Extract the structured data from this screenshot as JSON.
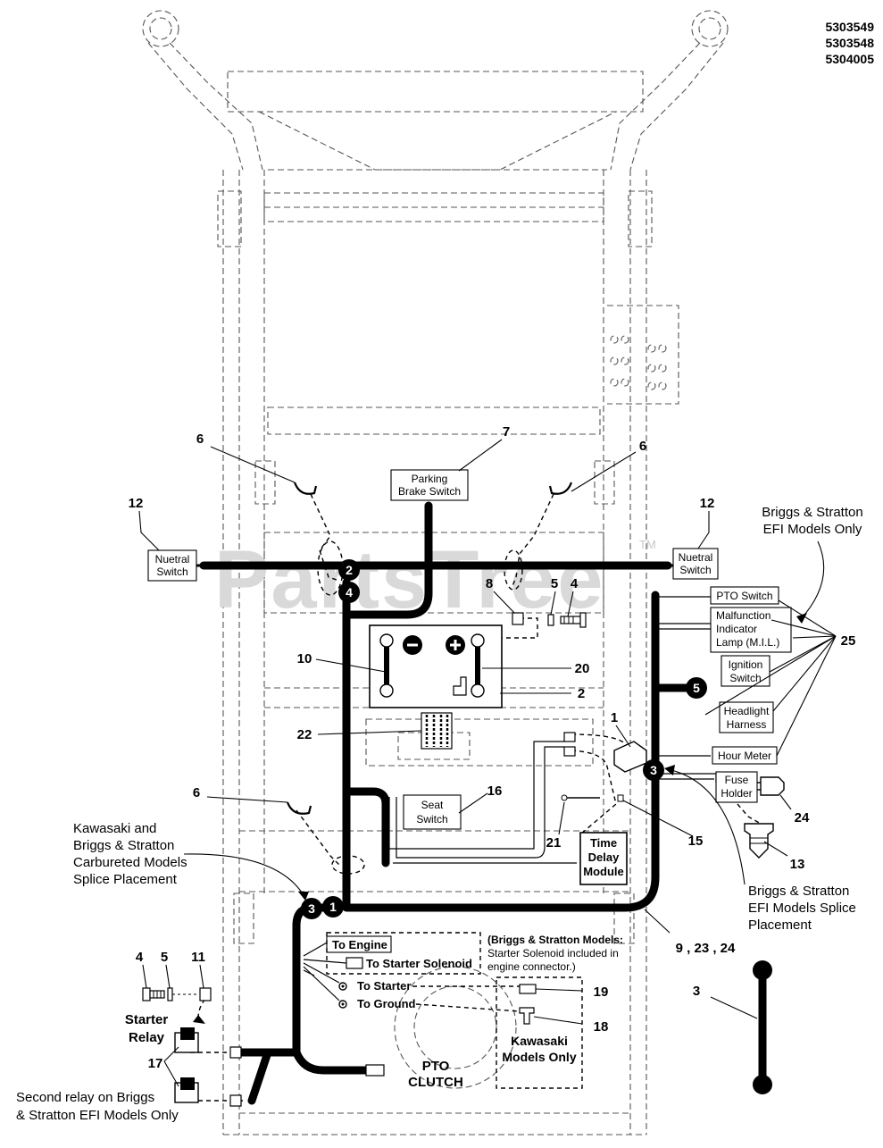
{
  "model_numbers": [
    "5303549",
    "5303548",
    "5304005"
  ],
  "watermark": "PartsTree",
  "watermark_tm": "TM",
  "components": {
    "parking_brake_switch": [
      "Parking",
      "Brake Switch"
    ],
    "neutral_switch_left": [
      "Nuetral",
      "Switch"
    ],
    "neutral_switch_right": [
      "Nuetral",
      "Switch"
    ],
    "pto_switch": "PTO Switch",
    "mil": [
      "Malfunction",
      "Indicator",
      "Lamp (M.I.L.)"
    ],
    "ignition_switch": [
      "Ignition",
      "Switch"
    ],
    "headlight_harness": [
      "Headlight",
      "Harness"
    ],
    "hour_meter": "Hour Meter",
    "fuse_holder": [
      "Fuse",
      "Holder"
    ],
    "seat_switch": [
      "Seat",
      "Switch"
    ],
    "time_delay_module": [
      "Time",
      "Delay",
      "Module"
    ],
    "to_engine": "To Engine",
    "to_starter_solenoid": "To Starter Solenoid",
    "to_starter": "To Starter",
    "to_ground": "To Ground",
    "pto_clutch": [
      "PTO",
      "CLUTCH"
    ],
    "starter_relay": [
      "Starter",
      "Relay"
    ],
    "kawasaki_only": [
      "Kawasaki",
      "Models Only"
    ]
  },
  "notes": {
    "briggs_efi_only": [
      "Briggs & Stratton",
      "EFI Models Only"
    ],
    "briggs_efi_splice": [
      "Briggs & Stratton",
      "EFI Models Splice",
      "Placement"
    ],
    "kawasaki_carb_splice": [
      "Kawasaki and",
      "Briggs & Stratton",
      "Carbureted Models",
      "Splice Placement"
    ],
    "second_relay": [
      "Second relay on Briggs",
      "& Stratton EFI Models Only"
    ],
    "briggs_solenoid_title": "(Briggs & Stratton Models:",
    "briggs_solenoid_body": [
      "Starter Solenoid included in",
      "engine connector.)"
    ]
  },
  "callouts": {
    "c6a": "6",
    "c7": "7",
    "c6b": "6",
    "c12a": "12",
    "c12b": "12",
    "c8": "8",
    "c5a": "5",
    "c4a": "4",
    "c10": "10",
    "c20": "20",
    "c2": "2",
    "c1": "1",
    "c22": "22",
    "c25": "25",
    "c16": "16",
    "c6c": "6",
    "c24": "24",
    "c21": "21",
    "c15": "15",
    "c13": "13",
    "c9": "9 , 23 , 24",
    "c4b": "4",
    "c5b": "5",
    "c11": "11",
    "c19": "19",
    "c18": "18",
    "c17": "17",
    "c3": "3"
  },
  "badges": {
    "b2": "2",
    "b4": "4",
    "b5": "5",
    "b3r": "3",
    "b3l": "3",
    "b1": "1"
  }
}
